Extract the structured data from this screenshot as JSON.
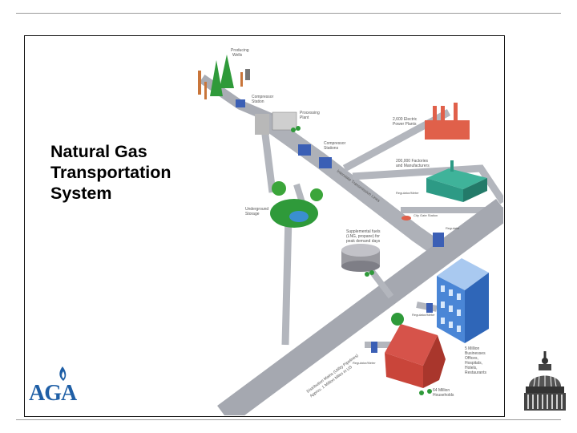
{
  "slide": {
    "title_lines": [
      "Natural Gas",
      "Transportation",
      "System"
    ]
  },
  "diagram": {
    "labels": {
      "producing_wells": [
        "Producing",
        "Wells"
      ],
      "compressor_station_1": [
        "Compressor",
        "Station"
      ],
      "processing_plant": [
        "Processing",
        "Plant"
      ],
      "compressor_stations_2": [
        "Compressor",
        "Stations"
      ],
      "electric_power_plants": [
        "2,600 Electric",
        "Power Plants"
      ],
      "factories": [
        "200,000 Factories",
        "and Manufacturers"
      ],
      "regulator_meter_1": "Regulator/Meter",
      "interstate_lines": "Interstate Transmission Lines",
      "underground_storage": [
        "Underground",
        "Storage"
      ],
      "city_gate": "City Gate Station",
      "regulator_2": "Regulator",
      "supplemental": [
        "Supplemental fuels",
        "(LNG, propane) for",
        "peak demand days"
      ],
      "regulator_meter_2": "Regulator/Meter",
      "distribution_mains": [
        "Distribution Mains (Utility Pipelines)",
        "Approx. 1 Million Miles in US"
      ],
      "businesses": [
        "5 Million",
        "Businesses",
        "Offices,",
        "Hospitals,",
        "Hotels,",
        "Restaurants"
      ],
      "regulator_meter_3": "Regulator/Meter",
      "households": [
        "64 Million",
        "Households"
      ]
    }
  },
  "logos": {
    "aga_text": "AGA"
  },
  "colors": {
    "pipe": "#b9bcc4",
    "pipe_dark": "#8d9099",
    "green": "#2f9a3a",
    "blue_station": "#3b5fb5",
    "red_plant": "#e0604a",
    "teal_factory": "#2d9a85",
    "building_blue": "#4a86d6",
    "house_red": "#c9453a",
    "aga_blue": "#1f5fa6"
  }
}
